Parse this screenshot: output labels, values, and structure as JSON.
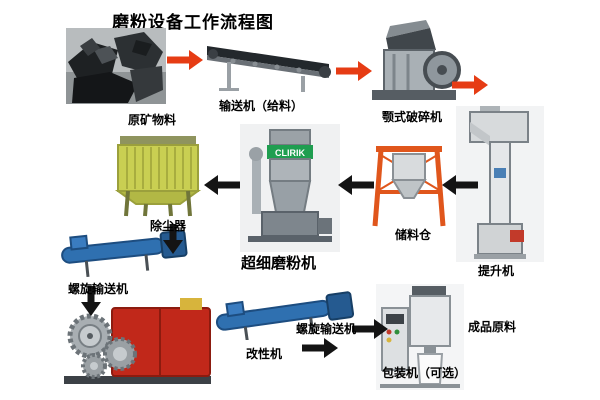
{
  "title": "磨粉设备工作流程图",
  "brand": "CLIRIK",
  "labels": {
    "raw_ore": "原矿物料",
    "conveyor": "输送机（给料）",
    "jaw_crusher": "颚式破碎机",
    "elevator": "提升机",
    "silo": "储料仓",
    "mill": "超细磨粉机",
    "dust_collector": "除尘器",
    "screw_conveyor_1": "螺旋输送机",
    "modifier": "改性机",
    "screw_conveyor_2": "螺旋输送机",
    "packing": "包装机（可选）",
    "product": "成品原料"
  },
  "colors": {
    "arrow_red": "#e63c14",
    "arrow_black": "#141414"
  },
  "flow": [
    {
      "from": "原矿物料",
      "to": "输送机（给料）"
    },
    {
      "from": "输送机（给料）",
      "to": "颚式破碎机"
    },
    {
      "from": "颚式破碎机",
      "to": "提升机"
    },
    {
      "from": "提升机",
      "to": "储料仓"
    },
    {
      "from": "储料仓",
      "to": "超细磨粉机"
    },
    {
      "from": "超细磨粉机",
      "to": "除尘器"
    },
    {
      "from": "除尘器",
      "to": "螺旋输送机"
    },
    {
      "from": "螺旋输送机",
      "to": "改性机"
    },
    {
      "from": "改性机",
      "to": "螺旋输送机"
    },
    {
      "from": "螺旋输送机",
      "to": "包装机（可选）"
    },
    {
      "from": "包装机（可选）",
      "to": "成品原料"
    }
  ]
}
